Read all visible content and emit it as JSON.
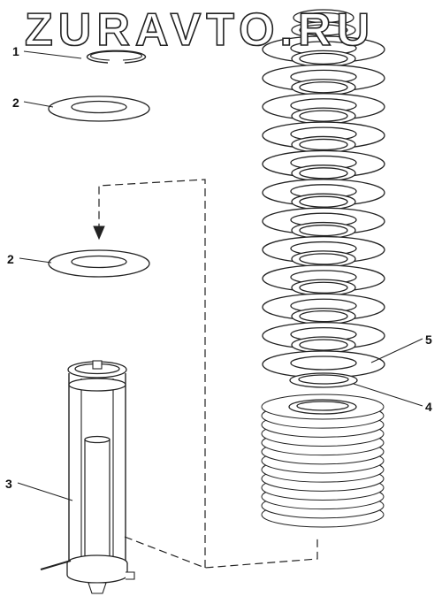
{
  "watermark": {
    "text": "ZURAVTO.RU"
  },
  "callouts": [
    {
      "id": "1",
      "label": "1"
    },
    {
      "id": "2a",
      "label": "2"
    },
    {
      "id": "2b",
      "label": "2"
    },
    {
      "id": "3",
      "label": "3"
    },
    {
      "id": "4",
      "label": "4"
    },
    {
      "id": "5",
      "label": "5"
    }
  ],
  "assembly": {
    "upper_disc_pairs": 12,
    "lower_stack_plates": 13
  },
  "colors": {
    "line": "#222222",
    "fill": "#ffffff"
  },
  "icons": {
    "arrow": "arrow-down-icon"
  }
}
